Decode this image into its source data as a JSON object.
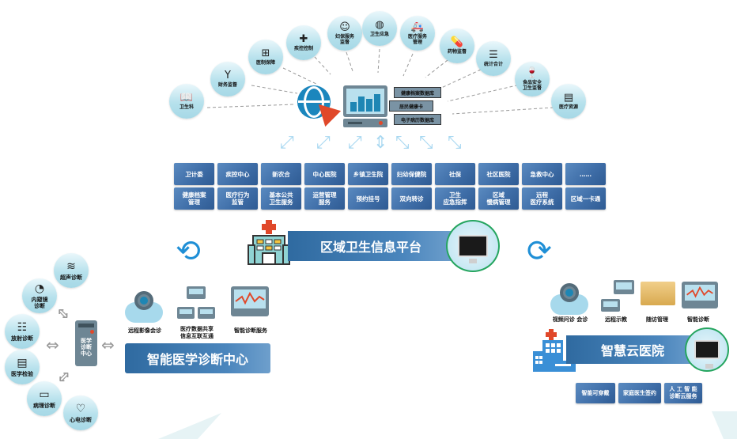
{
  "top_arc": {
    "items": [
      {
        "label": "卫生科",
        "icon": "book-icon"
      },
      {
        "label": "财务监督",
        "icon": "antenna-icon"
      },
      {
        "label": "医制保障",
        "icon": "medical-kit-icon"
      },
      {
        "label": "疾控控制",
        "icon": "cross-icon"
      },
      {
        "label": "妇保服务\n监督",
        "icon": "mother-child-icon"
      },
      {
        "label": "卫生应急",
        "icon": "globe-emergency-icon"
      },
      {
        "label": "医疗服务\n管理",
        "icon": "ambulance-icon"
      },
      {
        "label": "药物监督",
        "icon": "pill-icon"
      },
      {
        "label": "统计合计",
        "icon": "document-icon"
      },
      {
        "label": "食品安全\n卫生监督",
        "icon": "wine-glass-icon"
      },
      {
        "label": "医疗资源",
        "icon": "stacked-files-icon"
      }
    ]
  },
  "center": {
    "databases": [
      "健康档案数据库",
      "居民健康卡",
      "电子病历数据库"
    ]
  },
  "grid": {
    "row1": [
      "卫计委",
      "疾控中心",
      "新农合",
      "中心医院",
      "乡镇卫生院",
      "妇幼保健院",
      "社保",
      "社区医院",
      "急救中心",
      "……"
    ],
    "row2": [
      "健康档案\n管理",
      "医疗行为\n监管",
      "基本公共\n卫生服务",
      "运营管理\n服务",
      "预约挂号",
      "双向转诊",
      "卫生\n应急指挥",
      "区域\n慢病管理",
      "远程\n医疗系统",
      "区域一卡通"
    ]
  },
  "platform": {
    "title": "区域卫生信息平台"
  },
  "diagnosis_center": {
    "title": "智能医学诊断中心",
    "tower_label": "医学\n诊断\n中心",
    "services": [
      "远程影像会诊",
      "医疗数据共享\n信息互联互通",
      "智能诊断服务"
    ],
    "satellites": [
      "超声诊断",
      "内窥镜\n诊断",
      "放射诊断",
      "医学检验",
      "病理诊断",
      "心电诊断"
    ]
  },
  "cloud_hospital": {
    "title": "智慧云医院",
    "services": [
      "视频问诊 会诊",
      "远程示教",
      "随访管理",
      "智能诊断"
    ],
    "bottom_tiles": [
      "智能可穿戴",
      "家庭医生签约",
      "人 工 智 能\n诊断云服务"
    ]
  },
  "colors": {
    "tile_blue": "#3f6ea8",
    "bubble_teal": "#b6e1ec",
    "accent_red": "#e0482a",
    "arrow_light": "#a9d8f1",
    "swirl_blue": "#1f8fd6",
    "ring_green": "#25a55f"
  }
}
